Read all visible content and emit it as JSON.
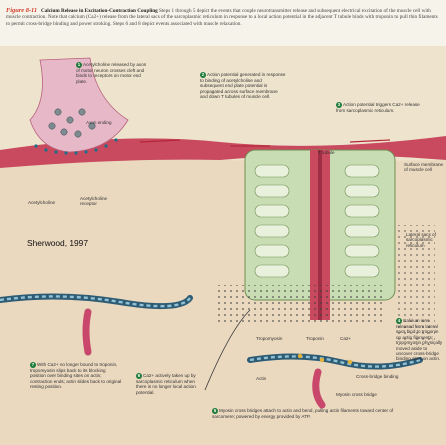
{
  "caption": {
    "figure": "Figure 8-11",
    "title": "Calcium Release in Excitation-Contraction Coupling",
    "body": "Steps 1 through 5 depict the events that couple neurotransmitter release and subsequent electrical excitation of the muscle cell with muscle contraction. Note that calcium (Ca2+) release from the lateral sacs of the sarcoplasmic reticulum in response to a local action potential in the adjacent T tubule binds with troponin to pull thin filaments to permit cross-bridge binding and power stroking. Steps 6 and 8 depict events associated with muscle relaxation."
  },
  "steps": [
    {
      "n": "1",
      "text": "Acetylcholine released by axon of motor neuron crosses cleft and binds to receptors on motor end plate."
    },
    {
      "n": "2",
      "text": "Action potential generated in response to binding of acetylcholine and subsequent end plate potential is propagated across surface membrane and down T tubules of muscle cell."
    },
    {
      "n": "3",
      "text": "Action potential triggers Ca2+ release from sarcoplasmic reticulum."
    },
    {
      "n": "4",
      "text": "Calcium ions released from lateral sacs bind to troponin on actin filaments; tropomyosin physically moved aside to uncover cross-bridge binding sites on actin."
    },
    {
      "n": "5",
      "text": "Myosin cross bridges attach to actin and bend, pulling actin filaments toward center of sarcomere; powered by energy provided by ATP."
    },
    {
      "n": "6",
      "text": "Ca2+ actively taken up by sarcoplasmic reticulum when there is no longer local action potential."
    },
    {
      "n": "7",
      "text": "With Ca2+ no longer bound to troponin, tropomyosin slips back to its blocking position over binding sites on actin; contraction ends; actin slides back to original resting position."
    }
  ],
  "labels": {
    "axon": "Axon ending",
    "ach": "Acetylcholine",
    "receptor": "Acetylcholine receptor",
    "ttubule": "T tubule",
    "surface": "Surface membrane of muscle cell",
    "lateral": "Lateral sacs of sarcoplasmic reticulum",
    "tropomyosin": "Tropomyosin",
    "troponin": "Troponin",
    "ca": "Ca2+",
    "actin": "Actin",
    "crossbridge": "Cross-bridge binding",
    "myosin": "Myosin cross bridge"
  },
  "credit": "Sherwood, 1997"
}
